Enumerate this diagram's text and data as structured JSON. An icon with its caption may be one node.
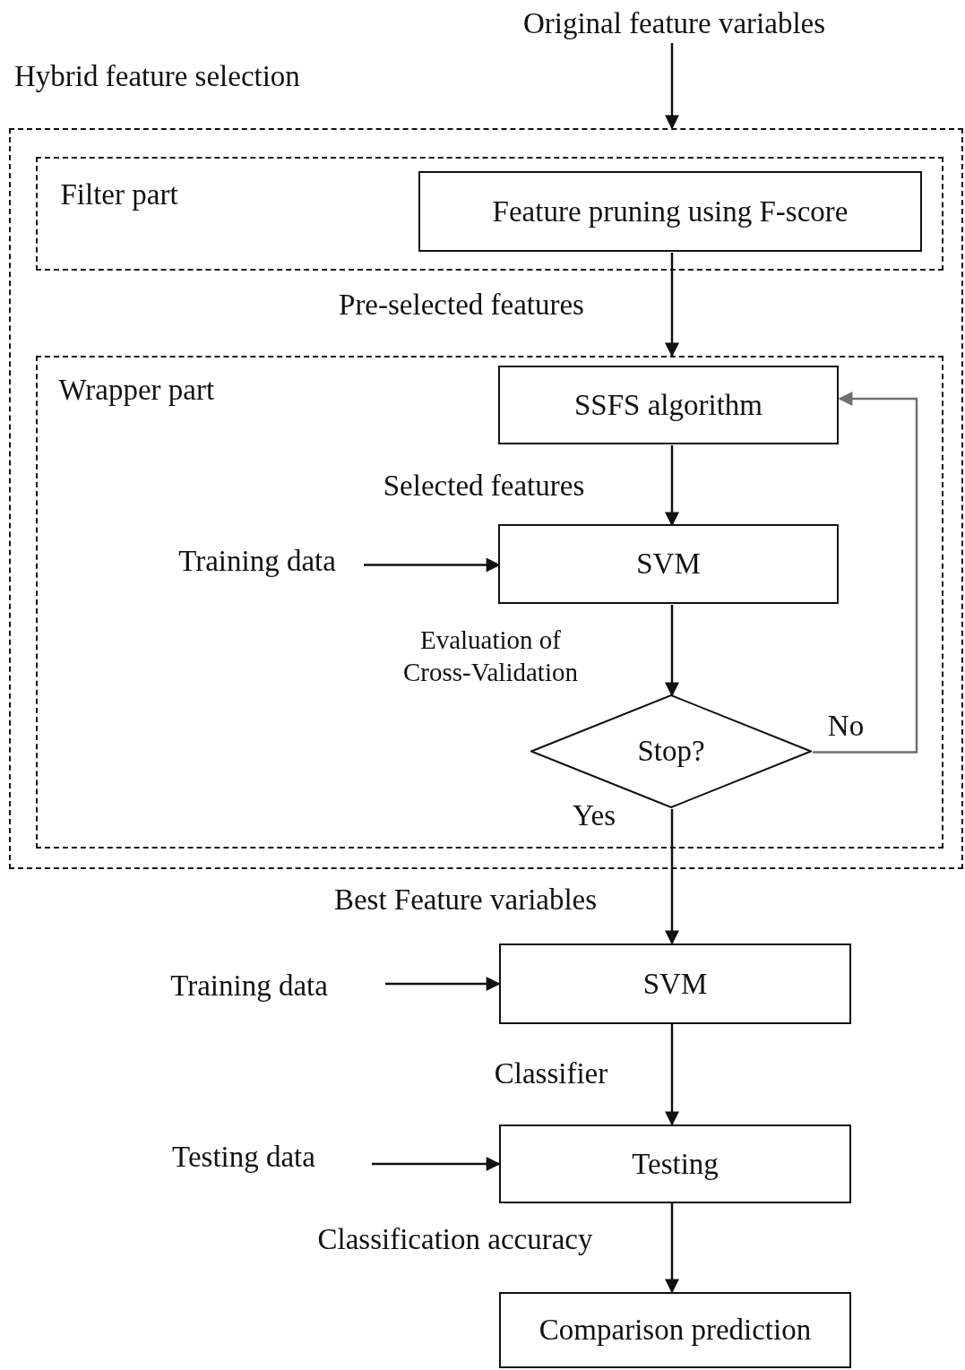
{
  "diagram": {
    "nodes": [
      {
        "text": [
          "Original feature variables"
        ]
      },
      {
        "text": [
          "Hybrid feature selection"
        ]
      },
      {
        "text": [
          "Filter part"
        ],
        "in": 1
      },
      {
        "text": [
          "Feature pruning using F-score"
        ],
        "in": 2
      },
      {
        "text": [
          "Wrapper part"
        ],
        "in": 1
      },
      {
        "text": [
          "SSFS algorithm"
        ],
        "in": 4
      },
      {
        "text": [
          "Training data"
        ],
        "in": 4
      },
      {
        "text": [
          "SVM"
        ],
        "in": 4
      },
      {
        "text": [
          "Stop?"
        ],
        "in": 4
      },
      {
        "text": [
          "Training data"
        ]
      },
      {
        "text": [
          "SVM"
        ]
      },
      {
        "text": [
          "Testing data"
        ]
      },
      {
        "text": [
          "Testing"
        ]
      },
      {
        "text": [
          "Comparison prediction"
        ]
      }
    ],
    "edges": [
      {
        "from": 0,
        "to": 1,
        "arrow": "to"
      },
      {
        "from": 3,
        "to": 4,
        "arrow": "to",
        "label": "Pre-selected features"
      },
      {
        "from": 5,
        "to": 7,
        "arrow": "to",
        "label": "Selected features"
      },
      {
        "from": 6,
        "to": 7,
        "arrow": "to"
      },
      {
        "from": 7,
        "to": 8,
        "arrow": "to",
        "label": "Evaluation of Cross-Validation"
      },
      {
        "from": 8,
        "to": 5,
        "arrow": "to",
        "label": "No",
        "color": "#707070"
      },
      {
        "from": 8,
        "to": 10,
        "arrow": "to",
        "label": "Yes"
      },
      {
        "from": 9,
        "to": 10,
        "arrow": "to"
      },
      {
        "from": 10,
        "to": 12,
        "arrow": "to",
        "label": "Classifier"
      },
      {
        "from": 11,
        "to": 12,
        "arrow": "to"
      },
      {
        "from": 12,
        "to": 13,
        "arrow": "to",
        "label": "Classification accuracy"
      }
    ],
    "labels": [
      "Best Feature variables"
    ]
  }
}
